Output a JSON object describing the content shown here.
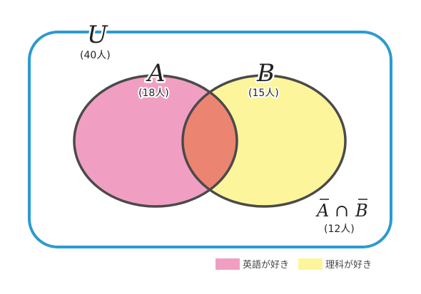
{
  "universe": {
    "label": "U",
    "count": "(40人)"
  },
  "set_a": {
    "label": "A",
    "count": "(18人)"
  },
  "set_b": {
    "label": "B",
    "count": "(15人)"
  },
  "complement": {
    "a": "A",
    "cap": "∩",
    "b": "B",
    "count": "(12人)"
  },
  "legend": [
    {
      "label": "英語が好き",
      "color": "#f09fc3"
    },
    {
      "label": "理科が好き",
      "color": "#fdf59c"
    }
  ],
  "colors": {
    "frame": "#2b9bd0",
    "set_a_fill": "#f09fc3",
    "set_b_fill": "#fdf59c",
    "overlap_fill": "#ec8472",
    "outline": "#4a4a4a"
  }
}
